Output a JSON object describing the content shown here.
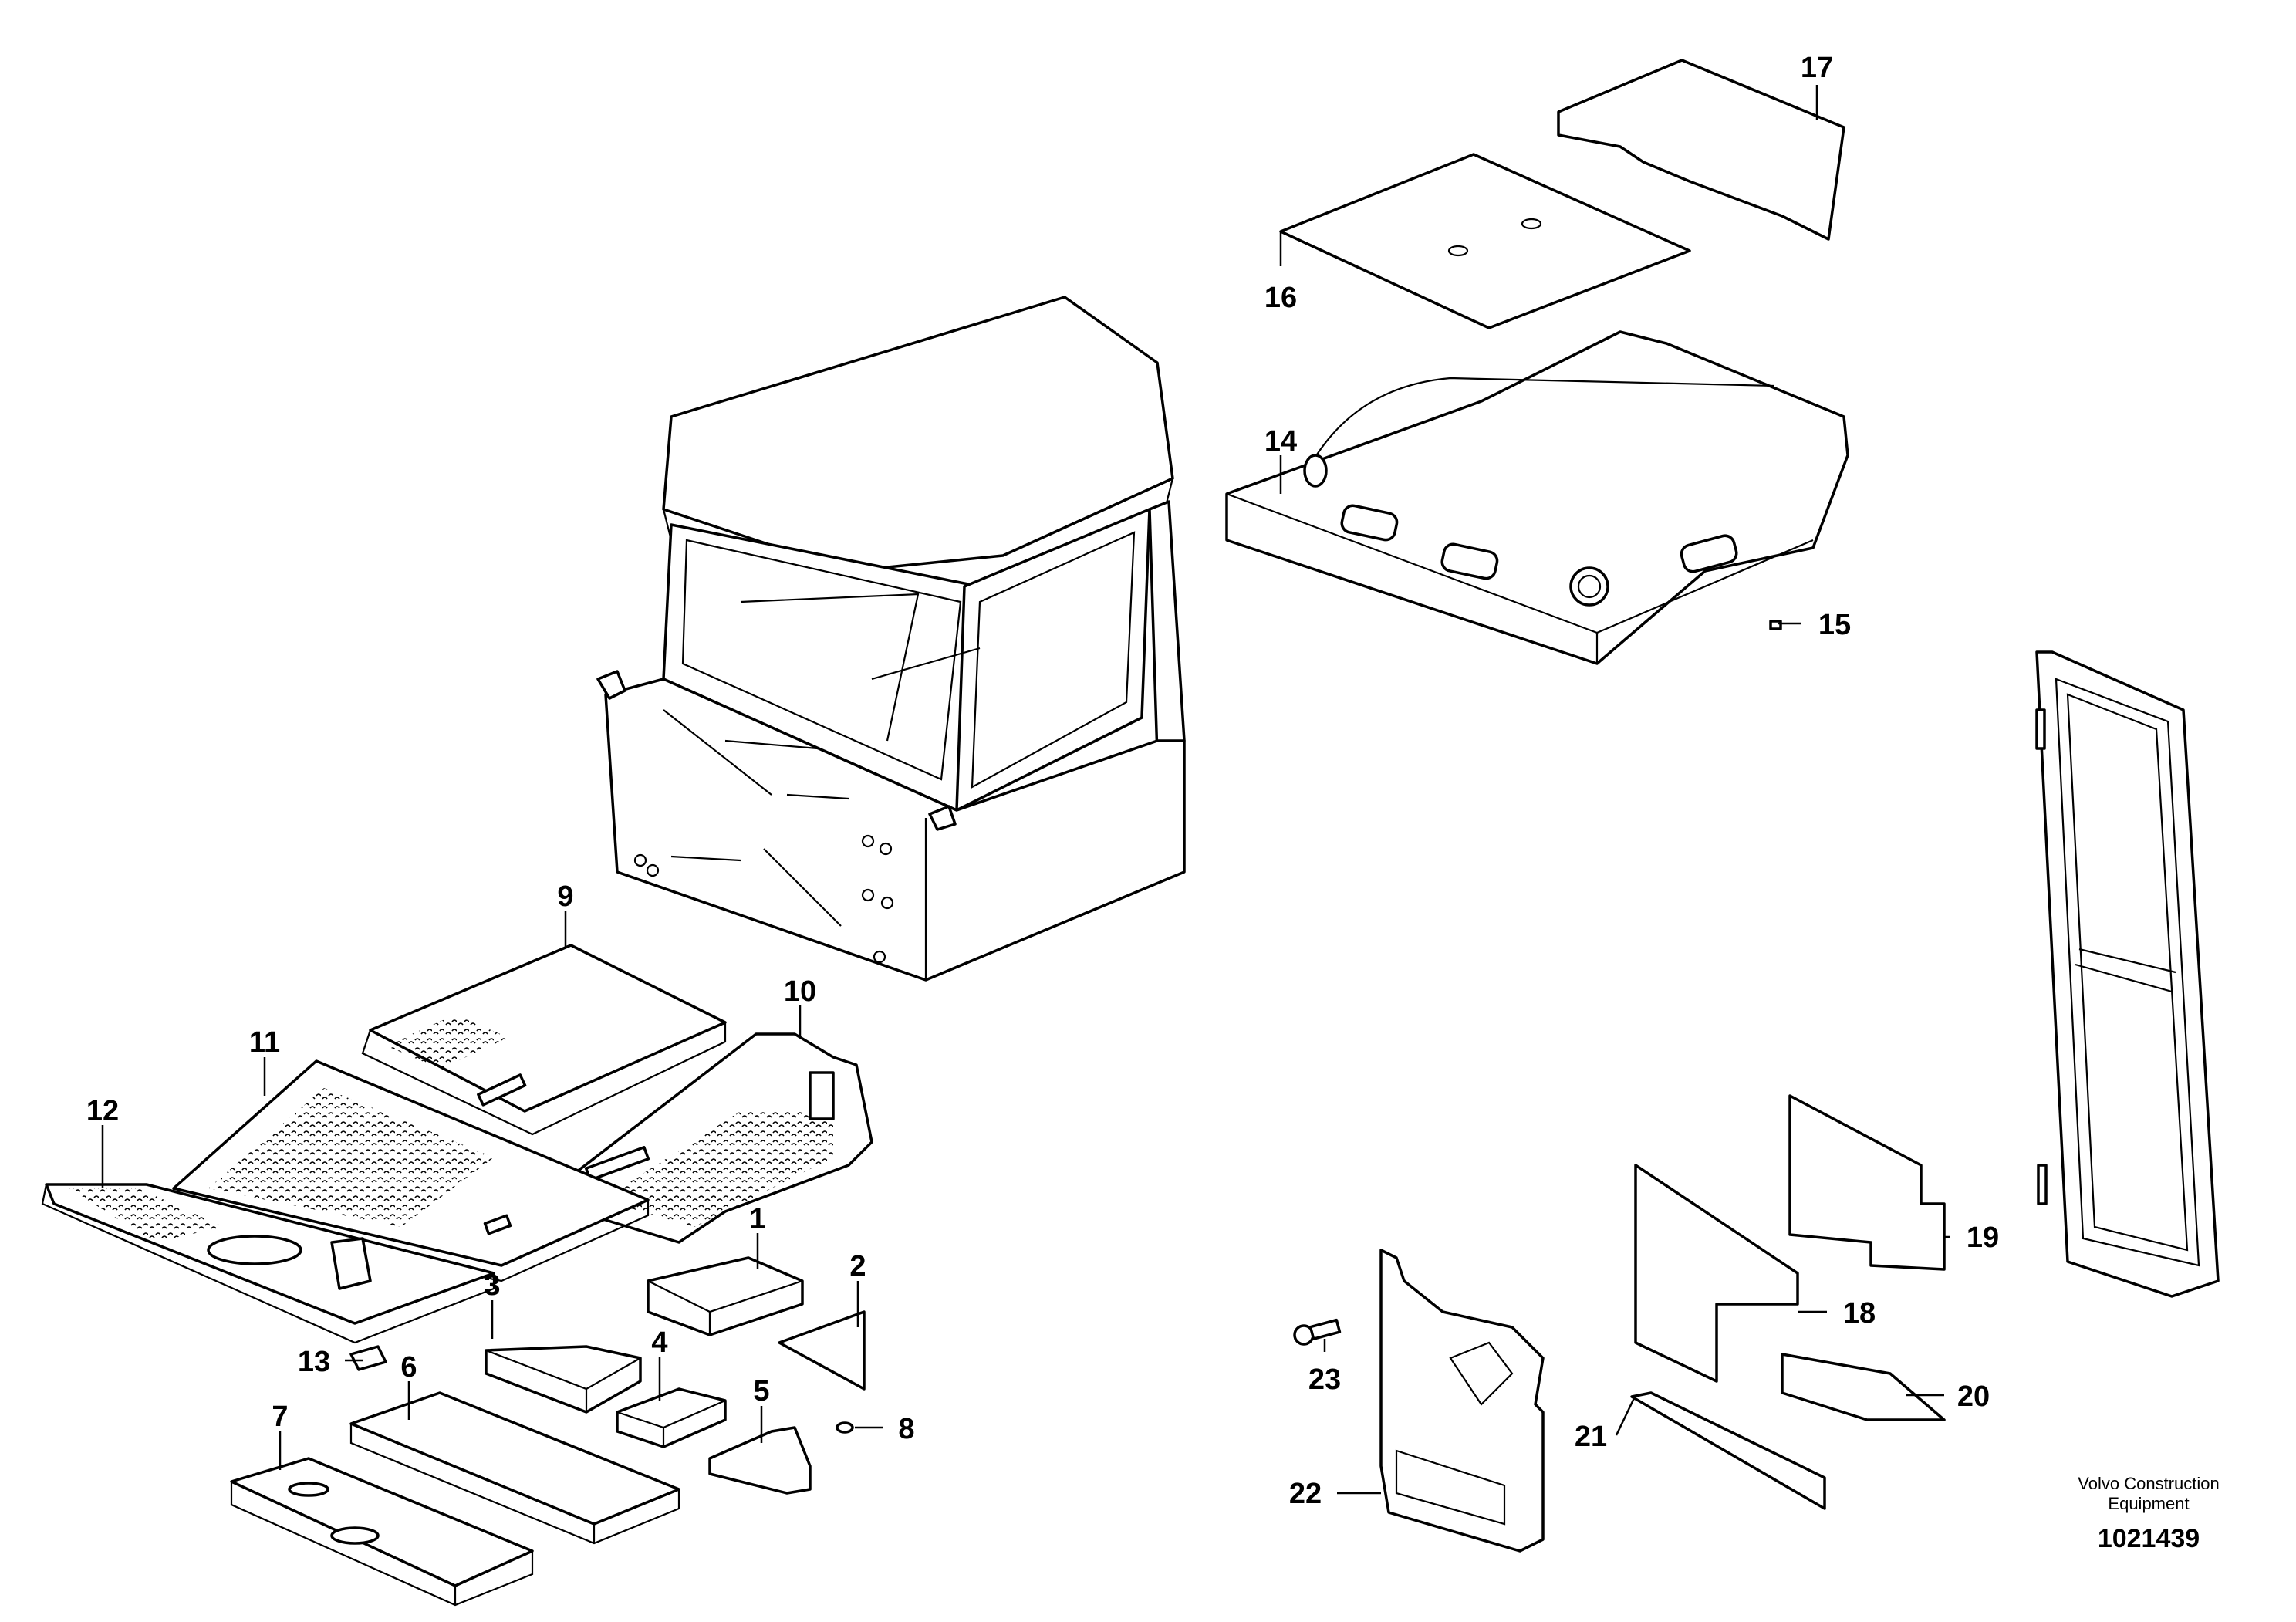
{
  "callouts": {
    "c1": "1",
    "c2": "2",
    "c3": "3",
    "c4": "4",
    "c5": "5",
    "c6": "6",
    "c7": "7",
    "c8": "8",
    "c9": "9",
    "c10": "10",
    "c11": "11",
    "c12": "12",
    "c13": "13",
    "c14": "14",
    "c15": "15",
    "c16": "16",
    "c17": "17",
    "c18": "18",
    "c19": "19",
    "c20": "20",
    "c21": "21",
    "c22": "22",
    "c23": "23"
  },
  "footer": {
    "company_line1": "Volvo Construction",
    "company_line2": "Equipment",
    "drawing_number": "1021439"
  }
}
